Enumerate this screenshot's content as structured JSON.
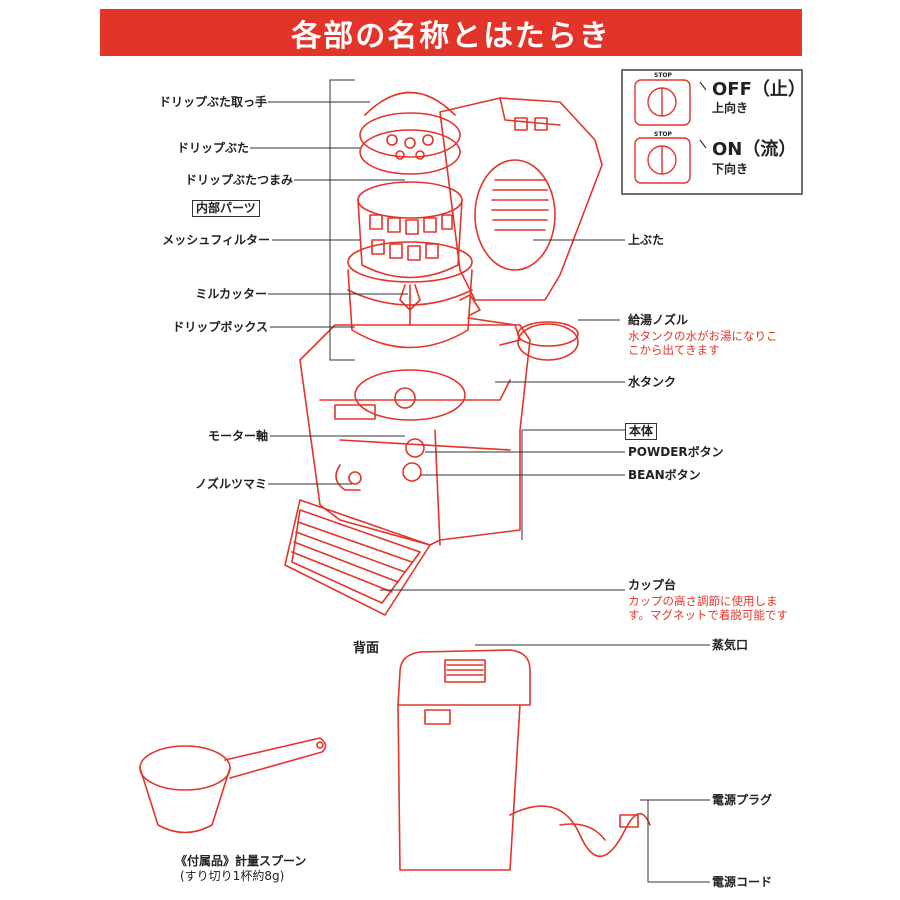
{
  "title": "各部の名称とはたらき",
  "labels_left": {
    "drip_lid_handle": "ドリップぶた取っ手",
    "drip_lid": "ドリップぶた",
    "drip_lid_knob": "ドリップぶたつまみ",
    "internal_parts": "内部パーツ",
    "mesh_filter": "メッシュフィルター",
    "mill_cutter": "ミルカッター",
    "drip_box": "ドリップボックス",
    "motor_shaft": "モーター軸",
    "nozzle_knob": "ノズルツマミ"
  },
  "labels_right": {
    "top_lid": "上ぶた",
    "hot_water_nozzle": "給湯ノズル",
    "hot_water_nozzle_desc_1": "水タンクの水がお湯になりこ",
    "hot_water_nozzle_desc_2": "こから出てきます",
    "water_tank": "水タンク",
    "main_body": "本体",
    "powder_button": "POWDERボタン",
    "bean_button": "BEANボタン",
    "cup_stand": "カップ台",
    "cup_stand_desc_1": "カップの高さ調節に使用しま",
    "cup_stand_desc_2": "す。マグネットで着脱可能です"
  },
  "switch_inset": {
    "stop_label": "STOP",
    "off_label": "OFF（止）",
    "off_desc": "上向き",
    "on_label": "ON（流）",
    "on_desc": "下向き"
  },
  "back_view": {
    "heading": "背面",
    "steam_vent": "蒸気口",
    "power_plug": "電源プラグ",
    "power_cord": "電源コード"
  },
  "accessory": {
    "name": "《付属品》計量スプーン",
    "desc": "(すり切り1杯約8g)"
  },
  "colors": {
    "accent": "#e3342a",
    "line": "#333333"
  }
}
